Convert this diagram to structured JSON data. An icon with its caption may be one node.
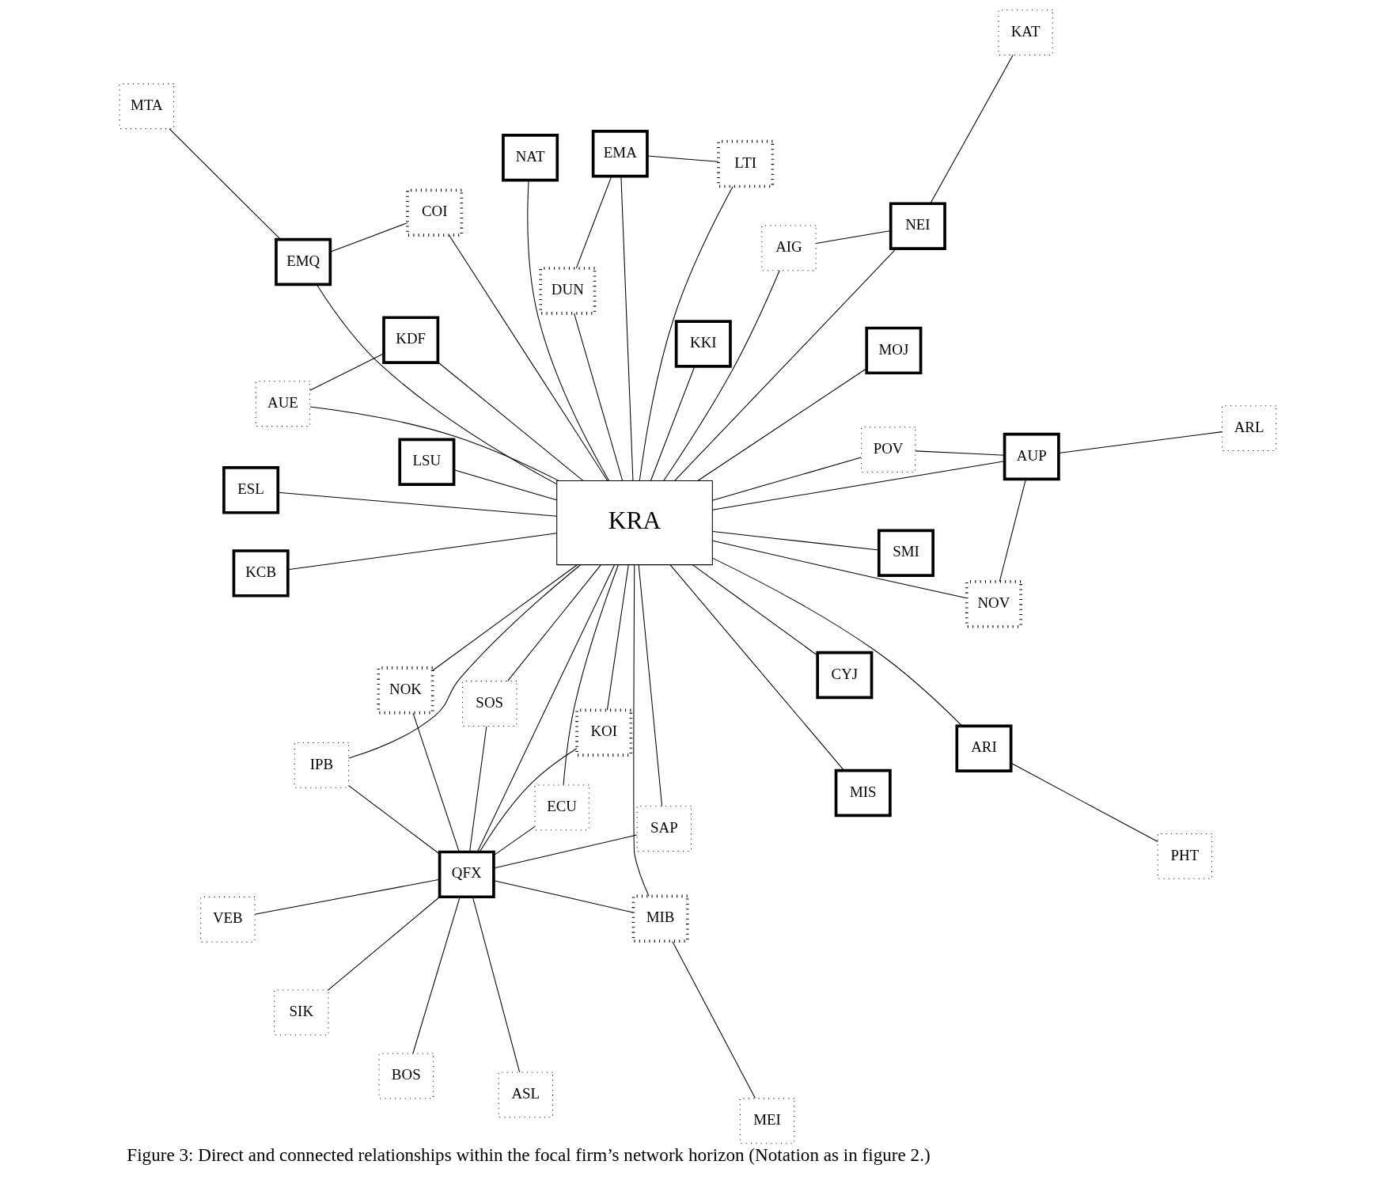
{
  "diagram": {
    "caption": "Figure 3: Direct and connected relationships within the focal firm’s network horizon (Notation as in figure 2.)",
    "nodes": [
      {
        "text": [
          "SIK"
        ]
      },
      {
        "text": [
          "ASL"
        ]
      },
      {
        "text": [
          "ECU"
        ]
      },
      {
        "text": [
          "VEB"
        ]
      },
      {
        "text": [
          "SMI"
        ]
      },
      {
        "text": [
          "NOK"
        ]
      },
      {
        "text": [
          "MEI"
        ]
      },
      {
        "text": [
          "MIB"
        ]
      },
      {
        "text": [
          "QFX"
        ]
      },
      {
        "text": [
          "MIS"
        ]
      },
      {
        "text": [
          "BOS"
        ]
      },
      {
        "text": [
          "IPB"
        ]
      },
      {
        "text": [
          "KOI"
        ]
      },
      {
        "text": [
          "MOJ"
        ]
      },
      {
        "text": [
          "SOS"
        ]
      },
      {
        "text": [
          "SAP"
        ]
      },
      {
        "text": [
          "CYJ"
        ]
      },
      {
        "text": [
          "COI"
        ]
      },
      {
        "text": [
          "EMQ"
        ]
      },
      {
        "text": [
          "MTA"
        ]
      },
      {
        "text": [
          "LSU"
        ]
      },
      {
        "text": [
          "ESL"
        ]
      },
      {
        "text": [
          "KRA"
        ]
      },
      {
        "text": [
          "LTI"
        ]
      },
      {
        "text": [
          "EMA"
        ]
      },
      {
        "text": [
          "PHT"
        ]
      },
      {
        "text": [
          "ARI"
        ]
      },
      {
        "text": [
          "DUN"
        ]
      },
      {
        "text": [
          "KCB"
        ]
      },
      {
        "text": [
          "ARL"
        ]
      },
      {
        "text": [
          "AUP"
        ]
      },
      {
        "text": [
          "NOV"
        ]
      },
      {
        "text": [
          "POV"
        ]
      },
      {
        "text": [
          "NAT"
        ]
      },
      {
        "text": [
          "KAT"
        ]
      },
      {
        "text": [
          "NEI"
        ]
      },
      {
        "text": [
          "KKI"
        ]
      },
      {
        "text": [
          "AIG"
        ]
      },
      {
        "text": [
          "KDF"
        ]
      },
      {
        "text": [
          "AUE"
        ]
      }
    ],
    "edges": [
      {
        "from": 22,
        "to": 4,
        "arrow": "none"
      },
      {
        "from": 22,
        "to": 9,
        "arrow": "none"
      },
      {
        "from": 22,
        "to": 13,
        "arrow": "none"
      },
      {
        "from": 22,
        "to": 16,
        "arrow": "none"
      },
      {
        "from": 22,
        "to": 20,
        "arrow": "none"
      },
      {
        "from": 22,
        "to": 21,
        "arrow": "none"
      },
      {
        "from": 22,
        "to": 26,
        "arrow": "none"
      },
      {
        "from": 22,
        "to": 28,
        "arrow": "none"
      },
      {
        "from": 25,
        "to": 26,
        "arrow": "none"
      },
      {
        "from": 22,
        "to": 2,
        "arrow": "none"
      },
      {
        "from": 22,
        "to": 5,
        "arrow": "none"
      },
      {
        "from": 22,
        "to": 7,
        "arrow": "none"
      },
      {
        "from": 22,
        "to": 11,
        "arrow": "none"
      },
      {
        "from": 22,
        "to": 12,
        "arrow": "none"
      },
      {
        "from": 22,
        "to": 8,
        "arrow": "none"
      },
      {
        "from": 22,
        "to": 14,
        "arrow": "none"
      },
      {
        "from": 22,
        "to": 15,
        "arrow": "none"
      },
      {
        "from": 22,
        "to": 17,
        "arrow": "none"
      },
      {
        "from": 22,
        "to": 18,
        "arrow": "none"
      },
      {
        "from": 22,
        "to": 23,
        "arrow": "none"
      },
      {
        "from": 22,
        "to": 24,
        "arrow": "none"
      },
      {
        "from": 22,
        "to": 27,
        "arrow": "none"
      },
      {
        "from": 22,
        "to": 30,
        "arrow": "none"
      },
      {
        "from": 22,
        "to": 31,
        "arrow": "none"
      },
      {
        "from": 22,
        "to": 32,
        "arrow": "none"
      },
      {
        "from": 22,
        "to": 35,
        "arrow": "none"
      },
      {
        "from": 22,
        "to": 37,
        "arrow": "none"
      },
      {
        "from": 22,
        "to": 39,
        "arrow": "none"
      },
      {
        "from": 22,
        "to": 38,
        "arrow": "none"
      },
      {
        "from": 22,
        "to": 36,
        "arrow": "none"
      },
      {
        "from": 22,
        "to": 33,
        "arrow": "none"
      },
      {
        "from": 6,
        "to": 7,
        "arrow": "none"
      },
      {
        "from": 2,
        "to": 8,
        "arrow": "none"
      },
      {
        "from": 0,
        "to": 8,
        "arrow": "none"
      },
      {
        "from": 1,
        "to": 8,
        "arrow": "none"
      },
      {
        "from": 8,
        "to": 3,
        "arrow": "none"
      },
      {
        "from": 8,
        "to": 10,
        "arrow": "none"
      },
      {
        "from": 5,
        "to": 8,
        "arrow": "none"
      },
      {
        "from": 7,
        "to": 8,
        "arrow": "none"
      },
      {
        "from": 11,
        "to": 8,
        "arrow": "none"
      },
      {
        "from": 12,
        "to": 8,
        "arrow": "none"
      },
      {
        "from": 14,
        "to": 8,
        "arrow": "none"
      },
      {
        "from": 8,
        "to": 15,
        "arrow": "none"
      },
      {
        "from": 17,
        "to": 18,
        "arrow": "none"
      },
      {
        "from": 19,
        "to": 18,
        "arrow": "none"
      },
      {
        "from": 23,
        "to": 24,
        "arrow": "none"
      },
      {
        "from": 27,
        "to": 24,
        "arrow": "none"
      },
      {
        "from": 29,
        "to": 30,
        "arrow": "none"
      },
      {
        "from": 31,
        "to": 30,
        "arrow": "none"
      },
      {
        "from": 32,
        "to": 30,
        "arrow": "none"
      },
      {
        "from": 34,
        "to": 35,
        "arrow": "none"
      },
      {
        "from": 37,
        "to": 35,
        "arrow": "none"
      },
      {
        "from": 38,
        "to": 39,
        "arrow": "none"
      }
    ]
  }
}
